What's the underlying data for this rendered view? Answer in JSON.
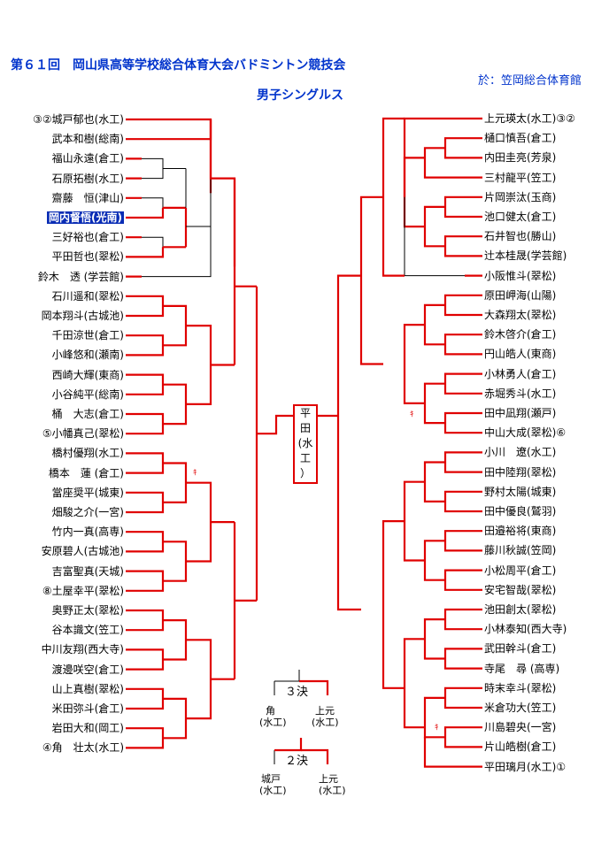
{
  "header": {
    "title": "第６１回　岡山県高等学校総合体育大会バドミントン競技会",
    "venue": "於：笠岡総合体育館",
    "event": "男子シングルス"
  },
  "left_players": [
    "③②城戸郁也(水工)",
    "武本和樹(総南)",
    "福山永遠(倉工)",
    "石原拓樹(水工)",
    "齋藤　恒(津山)",
    "岡内督悟(光南)",
    "三好裕也(倉工)",
    "平田哲也(翠松)",
    "鈴木　透 (学芸館)",
    "石川遥和(翠松)",
    "岡本翔斗(古城池)",
    "千田涼世(倉工)",
    "小峰悠和(瀬南)",
    "西崎大輝(東商)",
    "小谷純平(総南)",
    "桶　大志(倉工)",
    "⑤小幡真己(翠松)",
    "橋村優翔(水工)",
    "橋本　蓮 (倉工)",
    "當座奨平(城東)",
    "畑駿之介(一宮)",
    "竹内一真(高専)",
    "安原碧人(古城池)",
    "吉富聖真(天城)",
    "⑧土屋幸平(翠松)",
    "奥野正太(翠松)",
    "谷本識文(笠工)",
    "中川友翔(西大寺)",
    "渡邊咲空(倉工)",
    "山上真樹(翠松)",
    "米田弥斗(倉工)",
    "岩田大和(岡工)",
    "④角　壮太(水工)"
  ],
  "right_players": [
    "上元瑛太(水工)③②",
    "樋口慎吾(倉工)",
    "内田圭亮(芳泉)",
    "三村龍平(笠工)",
    "片岡崇汰(玉商)",
    "池口健太(倉工)",
    "石井智也(勝山)",
    "辻本桂晟(学芸館)",
    "小阪惟斗(翠松)",
    "原田岬海(山陽)",
    "大森翔太(翠松)",
    "鈴木啓介(倉工)",
    "円山皓人(東商)",
    "小林勇人(倉工)",
    "赤堀秀斗(水工)",
    "田中凪翔(瀬戸)",
    "中山大成(翠松)⑥",
    "小川　遼(水工)",
    "田中陸翔(翠松)",
    "野村太陽(城東)",
    "田中優良(鷲羽)",
    "田邉裕将(東商)",
    "藤川秋誠(笠岡)",
    "小松周平(倉工)",
    "安宅智哉(翠松)",
    "池田創太(翠松)",
    "小林泰知(西大寺)",
    "武田幹斗(倉工)",
    "寺尾　尋 (高専)",
    "時末幸斗(翠松)",
    "米倉功大(笠工)",
    "川島碧央(一宮)",
    "片山皓樹(倉工)",
    "平田璃月(水工)①"
  ],
  "highlighted_left_index": 5,
  "champion": [
    "平",
    "田",
    "(水",
    "工",
    "）"
  ],
  "third_place": {
    "label": "３決",
    "left_name": "角",
    "left_school": "(水工)",
    "right_name": "上元",
    "right_school": "(水工)"
  },
  "final": {
    "label": "２決",
    "left_name": "城戸",
    "left_school": "(水工)",
    "right_name": "上元",
    "right_school": "(水工)"
  },
  "kiken_mark": "ｷ",
  "colors": {
    "title": "#0033cc",
    "winner_line": "#e00000",
    "loser_line": "#000000",
    "highlight": "#0a2db5"
  }
}
